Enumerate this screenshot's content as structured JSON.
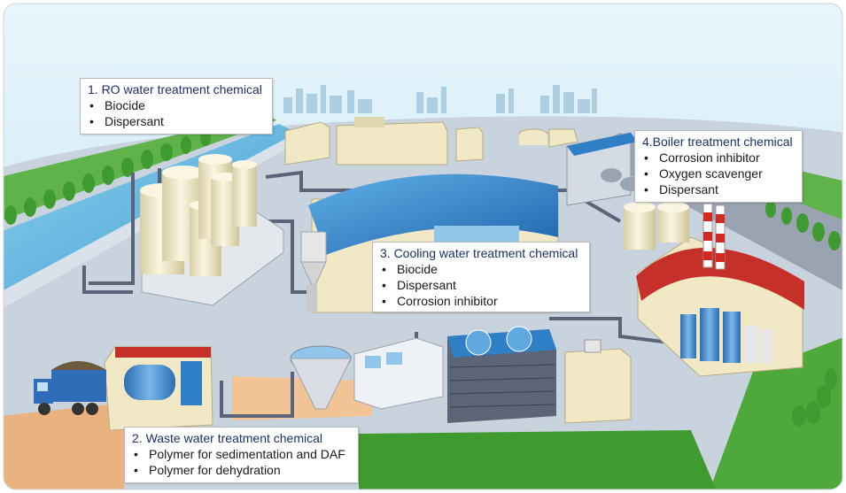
{
  "callouts": [
    {
      "title": "1. RO water treatment chemical",
      "items": [
        "Biocide",
        "Dispersant"
      ]
    },
    {
      "title": "2. Waste water treatment chemical",
      "items": [
        "Polymer for sedimentation and DAF",
        "Polymer for dehydration"
      ]
    },
    {
      "title": "3. Cooling water treatment chemical",
      "items": [
        "Biocide",
        "Dispersant",
        "Corrosion inhibitor"
      ]
    },
    {
      "title": "4.Boiler treatment chemical",
      "items": [
        "Corrosion inhibitor",
        "Oxygen scavenger",
        "Dispersant"
      ]
    }
  ],
  "colors": {
    "sky": "#bfe3f3",
    "ground": "#c9d3de",
    "road": "#9aa3b1",
    "pipe": "#5a6377",
    "grass": "#3f9b2f",
    "water_canal": "#4aa9d8",
    "roof_blue": "#2f7fc6",
    "roof_red": "#c5312a",
    "tank_cream": "#f1e9c6",
    "sand": "#e9b27f",
    "title_text": "#1e2e66"
  }
}
